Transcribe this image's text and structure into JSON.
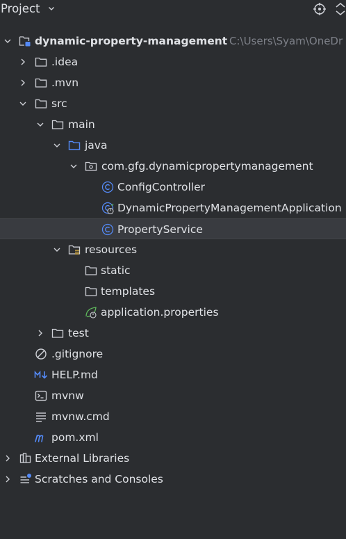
{
  "header": {
    "title": "Project"
  },
  "tree": {
    "root": {
      "label": "dynamic-property-management",
      "path": "C:\\Users\\Syam\\OneDr"
    },
    "idea": ".idea",
    "mvn": ".mvn",
    "src": "src",
    "main": "main",
    "java": "java",
    "package": "com.gfg.dynamicpropertymanagement",
    "config_controller": "ConfigController",
    "application_class": "DynamicPropertyManagementApplication",
    "property_service": "PropertyService",
    "resources": "resources",
    "static": "static",
    "templates": "templates",
    "application_properties": "application.properties",
    "test": "test",
    "gitignore": ".gitignore",
    "help_md": "HELP.md",
    "mvnw": "mvnw",
    "mvnw_cmd": "mvnw.cmd",
    "pom_xml": "pom.xml",
    "external_libraries": "External Libraries",
    "scratches": "Scratches and Consoles"
  },
  "colors": {
    "background": "#2b2d30",
    "selected_row": "#393b40",
    "text": "#dfe1e5",
    "path_text": "#7d8088",
    "class_icon": "#548af7",
    "folder_blue": "#548af7",
    "spring_green": "#5fb85c"
  }
}
